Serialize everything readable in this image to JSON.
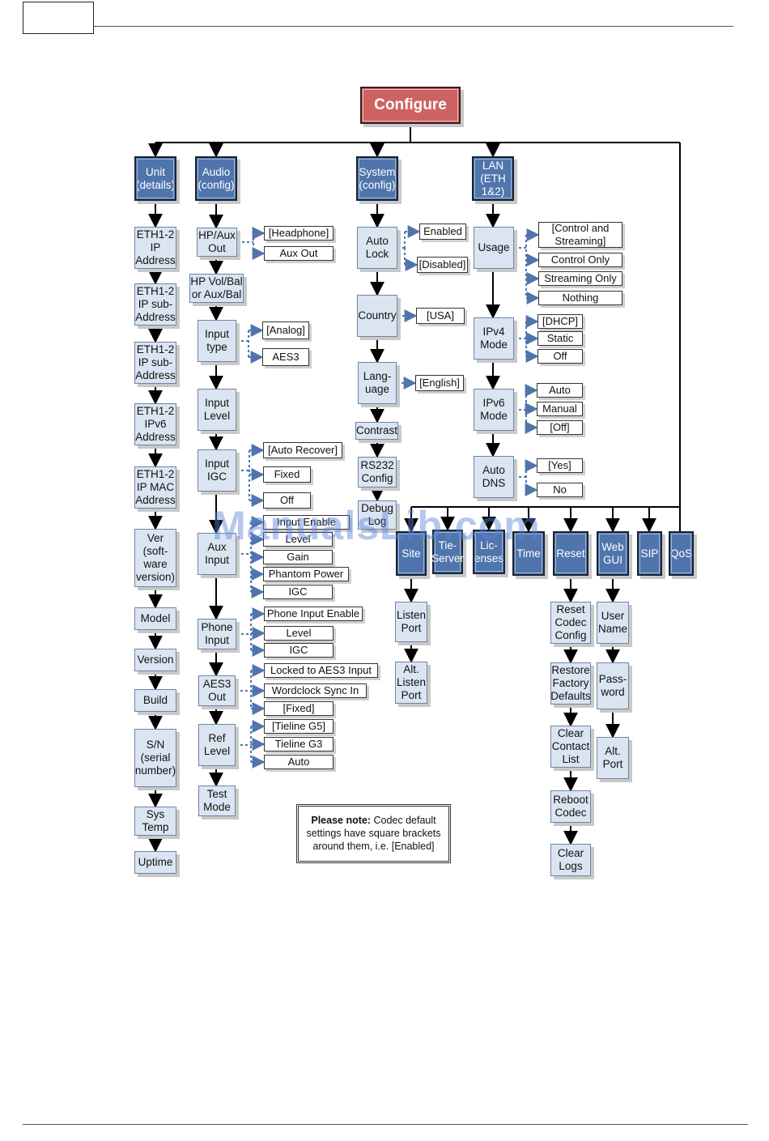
{
  "watermark": "ManualsLib.com",
  "note": {
    "bold": "Please note:",
    "text": " Codec default settings have square brackets around them, i.e. [Enabled]"
  },
  "nodes": {
    "configure": "Configure",
    "unit": "Unit\n(details)",
    "audio": "Audio\n(config)",
    "system": "System\n(config)",
    "lan": "LAN\n(ETH\n1&2)",
    "eth_ip": "ETH1-2\nIP\nAddress",
    "eth_sub1": "ETH1-2\nIP sub-\nAddress",
    "eth_sub2": "ETH1-2\nIP sub-\nAddress",
    "eth_ipv6": "ETH1-2\nIPv6\nAddress",
    "eth_mac": "ETH1-2\nIP MAC\nAddress",
    "ver": "Ver\n(soft-\nware\nversion)",
    "model": "Model",
    "version": "Version",
    "build": "Build",
    "sn": "S/N\n(serial\nnumber)",
    "systemp": "Sys\nTemp",
    "uptime": "Uptime",
    "hp_aux_out": "HP/Aux\nOut",
    "headphone": "[Headphone]",
    "aux_out": "Aux Out",
    "hp_vol": "HP Vol/Bal\nor Aux/Bal",
    "input_type": "Input\ntype",
    "analog": "[Analog]",
    "aes3": "AES3",
    "input_level": "Input\nLevel",
    "input_igc": "Input\nIGC",
    "auto_recover": "[Auto Recover]",
    "fixed": "Fixed",
    "off": "Off",
    "aux_input": "Aux\nInput",
    "aux_enable": "Input Enable",
    "aux_level": "Level",
    "gain": "Gain",
    "phantom": "Phantom Power",
    "aux_igc": "IGC",
    "phone_input": "Phone\nInput",
    "phone_enable": "Phone Input Enable",
    "phone_level": "Level",
    "phone_igc": "IGC",
    "aes3_out": "AES3\nOut",
    "locked_aes3": "Locked to AES3 Input",
    "wordclock": "Wordclock Sync In",
    "aes3_fixed": "[Fixed]",
    "ref_level": "Ref\nLevel",
    "tieline_g5": "[Tieline G5]",
    "tieline_g3": "Tieline G3",
    "ref_auto": "Auto",
    "test_mode": "Test\nMode",
    "auto_lock": "Auto\nLock",
    "enabled": "Enabled",
    "disabled": "[Disabled]",
    "country": "Country",
    "usa": "[USA]",
    "language": "Lang-\nuage",
    "english": "[English]",
    "contrast": "Contrast",
    "rs232": "RS232\nConfig",
    "debug": "Debug\nLog",
    "usage": "Usage",
    "ctrl_stream": "[Control and\nStreaming]",
    "ctrl_only": "Control Only",
    "stream_only": "Streaming Only",
    "nothing": "Nothing",
    "ipv4": "IPv4\nMode",
    "dhcp": "[DHCP]",
    "static": "Static",
    "ipv4_off": "Off",
    "ipv6": "IPv6\nMode",
    "ipv6_auto": "Auto",
    "manual": "Manual",
    "ipv6_off": "[Off]",
    "auto_dns": "Auto\nDNS",
    "yes": "[Yes]",
    "no": "No",
    "site": "Site",
    "tie_server": "Tie-\nServer",
    "licenses": "Lic-\nenses",
    "time": "Time",
    "reset": "Reset",
    "web_gui": "Web\nGUI",
    "sip": "SIP",
    "qos": "QoS",
    "listen_port": "Listen\nPort",
    "alt_listen": "Alt.\nListen\nPort",
    "reset_codec": "Reset\nCodec\nConfig",
    "restore": "Restore\nFactory\nDefaults",
    "clear_contact": "Clear\nContact\nList",
    "reboot": "Reboot\nCodec",
    "clear_logs": "Clear\nLogs",
    "user_name": "User\nName",
    "password": "Pass-\nword",
    "alt_port": "Alt.\nPort"
  }
}
